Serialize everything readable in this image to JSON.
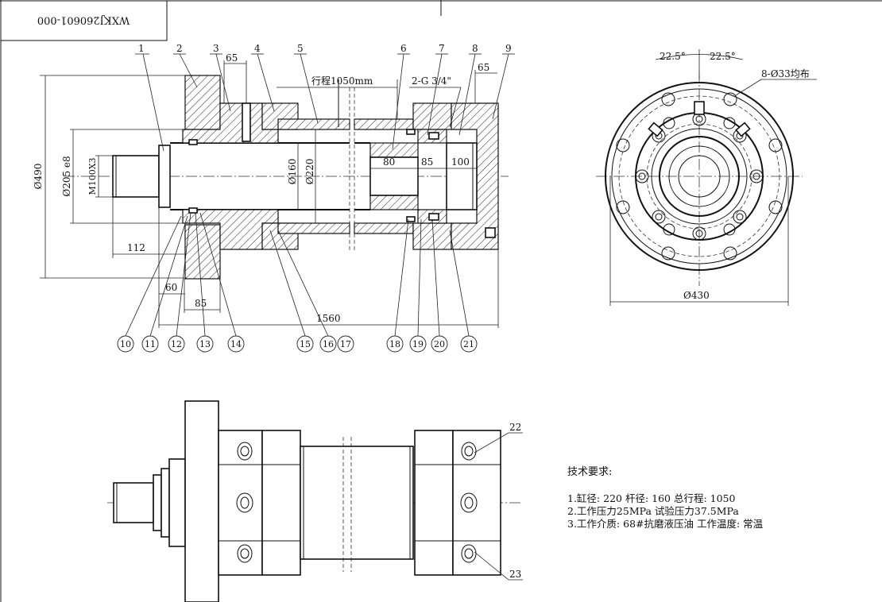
{
  "title_block": {
    "drawing_number": "WXKJ260601-000"
  },
  "section_view": {
    "callouts": [
      "1",
      "2",
      "3",
      "4",
      "5",
      "6",
      "7",
      "8",
      "9",
      "10",
      "11",
      "12",
      "13",
      "14",
      "15",
      "16",
      "17",
      "18",
      "19",
      "20",
      "21"
    ],
    "dims": {
      "dia_490": "Ø490",
      "dia_205": "Ø205 e8",
      "thread": "M100X3",
      "dia_160": "Ø160",
      "dia_220": "Ø220",
      "d65a": "65",
      "stroke": "行程1050mm",
      "port": "2-G 3/4\"",
      "d65b": "65",
      "d80": "80",
      "d85a": "85",
      "d100": "100",
      "d112": "112",
      "d60": "60",
      "d85b": "85",
      "d1560": "1560"
    }
  },
  "flange_view": {
    "angle_a": "22.5°",
    "angle_b": "22.5°",
    "holes": "8-Ø33均布",
    "dia_430": "Ø430"
  },
  "side_view": {
    "callouts": [
      "22",
      "23"
    ]
  },
  "tech": {
    "heading": "技术要求:",
    "line1": "1.缸径: 220    杆径: 160    总行程: 1050",
    "line2": "2.工作压力25MPa  试验压力37.5MPa",
    "line3": "3.工作介质: 68#抗磨液压油    工作温度: 常温"
  }
}
